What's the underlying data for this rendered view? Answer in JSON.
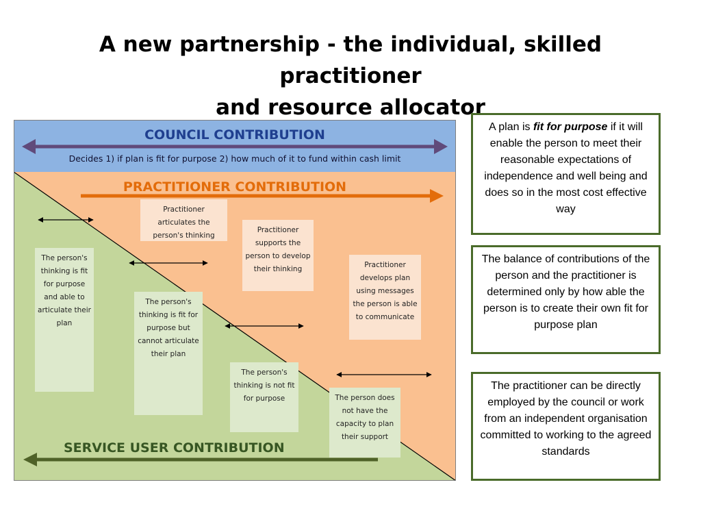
{
  "title_line1": "A new partnership - the individual, skilled practitioner",
  "title_line2": "and resource allocator",
  "council": {
    "title": "COUNCIL CONTRIBUTION",
    "subtitle": "Decides 1) if plan is fit for purpose 2) how much of it to fund within cash limit"
  },
  "practitioner": {
    "title": "PRACTITIONER CONTRIBUTION"
  },
  "service_user": {
    "title": "SERVICE USER CONTRIBUTION"
  },
  "practitioner_boxes": [
    "Practitioner articulates the person's thinking",
    "Practitioner supports the person to develop their thinking",
    "Practitioner develops plan using messages the person is able to communicate"
  ],
  "person_boxes": [
    "The person's thinking is fit for purpose and able to articulate their plan",
    "The person's thinking is fit for purpose but cannot articulate their plan",
    "The person's thinking is not fit for purpose",
    "The person does not have the capacity to plan their support"
  ],
  "notes": {
    "note1_pre": "A plan is ",
    "note1_emph": "fit for purpose",
    "note1_post": " if it will enable the person to meet their reasonable expectations of independence and well being and does so in the most cost effective way",
    "note2": "The balance of contributions of the person and the practitioner is determined only by how able the person is to create their own fit for purpose plan",
    "note3": "The practitioner can be directly employed by the council or work from an independent organisation committed to working to the agreed standards"
  },
  "colors": {
    "council_band": "#8db3e2",
    "practitioner_area": "#fac090",
    "service_user_area": "#c3d69b",
    "council_arrow": "#604a7b",
    "practitioner_arrow": "#e36c0a",
    "service_user_arrow": "#4f6228",
    "note_border": "#4a6b2a"
  }
}
